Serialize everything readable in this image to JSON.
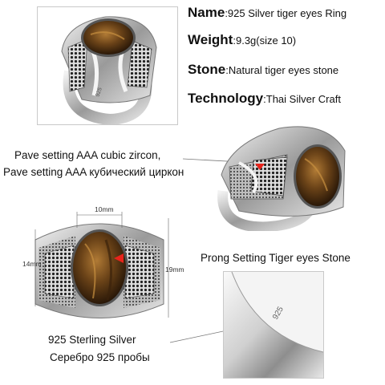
{
  "specs": {
    "name": {
      "label": "Name",
      "value": ":925 Silver tiger eyes Ring"
    },
    "weight": {
      "label": "Weight",
      "value": ":9.3g(size 10)"
    },
    "stone": {
      "label": "Stone",
      "value": ":Natural tiger eyes stone"
    },
    "technology": {
      "label": "Technology",
      "value": ":Thai Silver Craft"
    }
  },
  "callouts": {
    "pave_en": "Pave setting AAA cubic zircon,",
    "pave_ru": "Pave setting AAA кубический циркон",
    "prong": "Prong Setting Tiger eyes Stone",
    "silver_en": "925 Sterling Silver",
    "silver_ru": "Серебро 925 пробы"
  },
  "dimensions": {
    "width": "10mm",
    "height_left": "14mm",
    "height_right": "19mm"
  },
  "engraving": {
    "top_ring": "925",
    "closeup": "925"
  },
  "colors": {
    "arrow": "#e8231b",
    "stone": "#6b4318",
    "silver": "#c8c8c8",
    "frame": "#c9c9c9"
  }
}
